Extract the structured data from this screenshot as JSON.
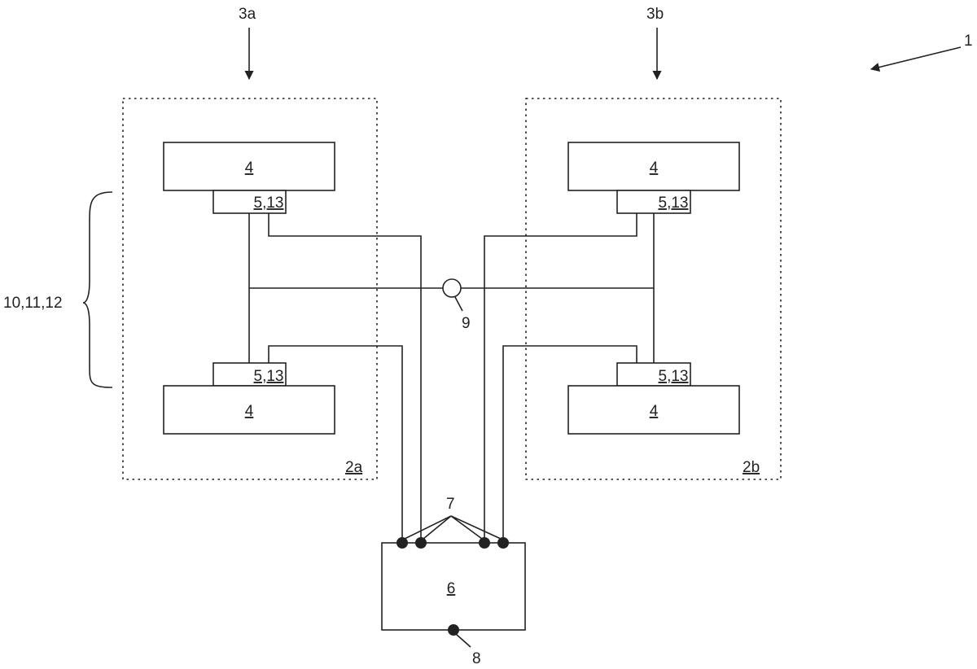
{
  "labels": {
    "system": "1",
    "group_a_arrow": "3a",
    "group_b_arrow": "3b",
    "group_a_frame": "2a",
    "group_b_frame": "2b",
    "unit": "4",
    "sensor": "5,13",
    "brace": "10,11,12",
    "junction": "9",
    "controller": "6",
    "connectors": "7",
    "output": "8"
  },
  "colors": {
    "line": "#222222",
    "background": "#ffffff"
  }
}
